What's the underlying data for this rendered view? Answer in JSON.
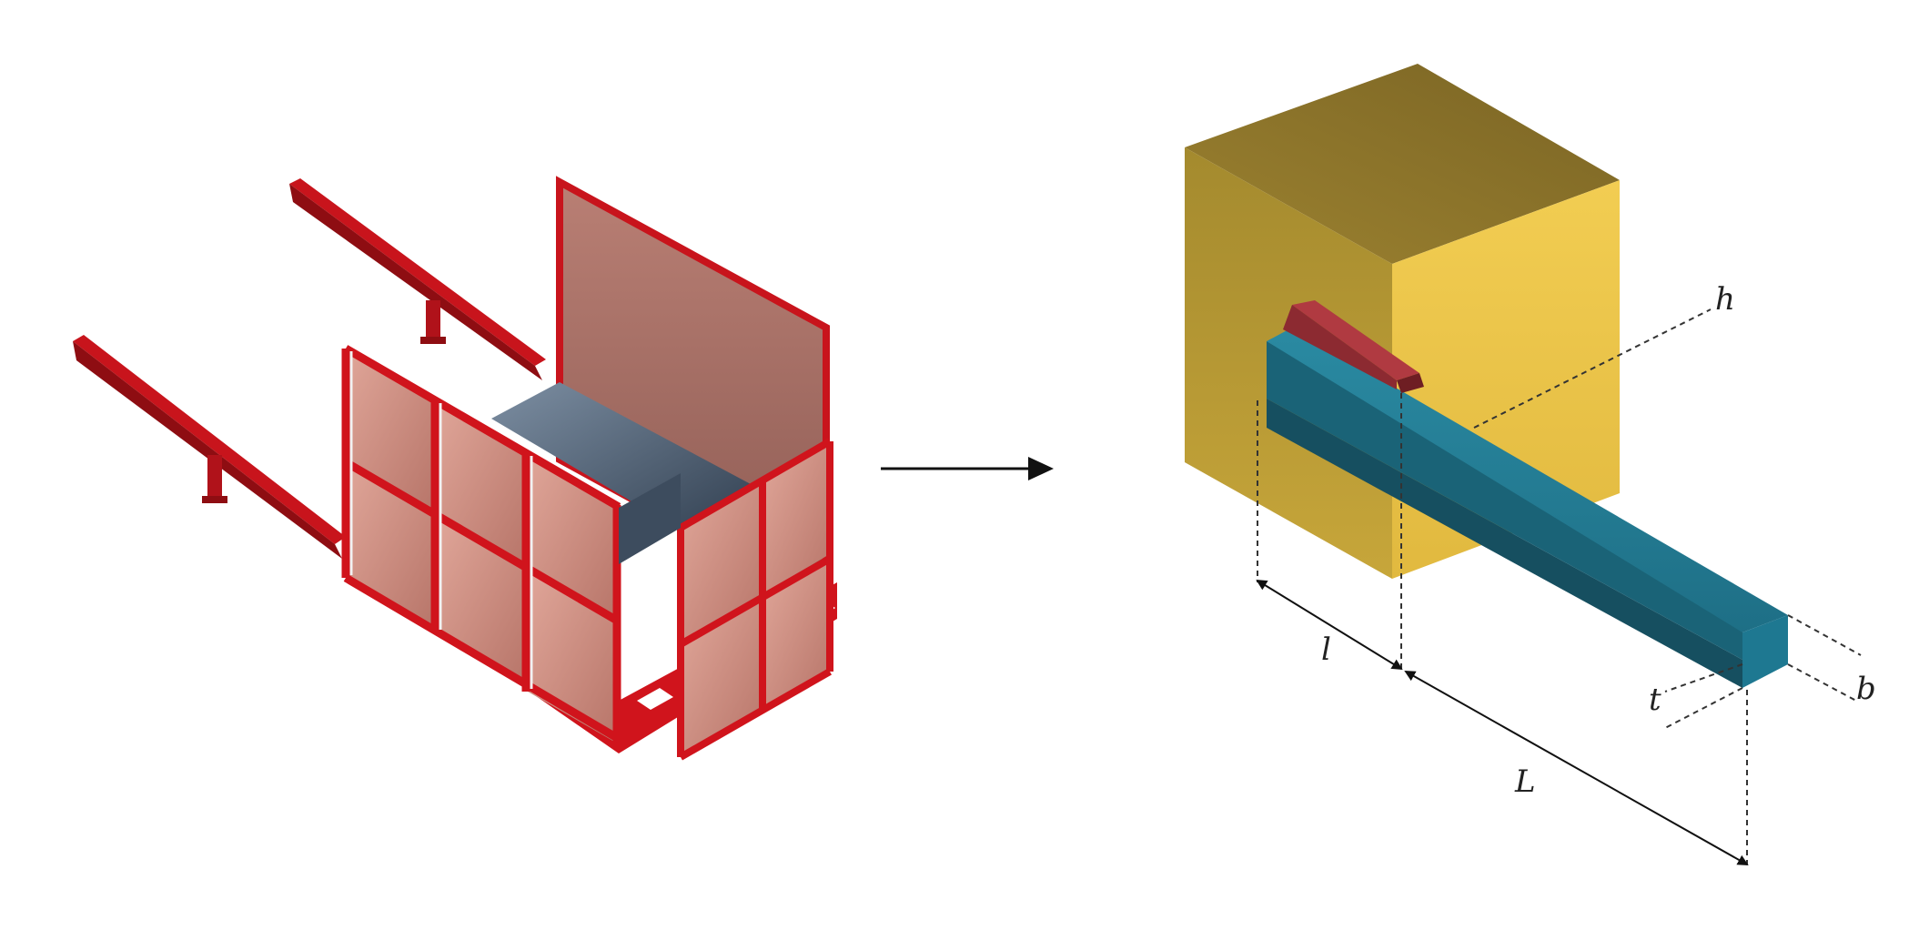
{
  "labels": {
    "h": "h",
    "l": "l",
    "L": "L",
    "t": "t",
    "b": "b"
  },
  "colors": {
    "frame_red": "#d0141c",
    "panel_brown": "#c9877b",
    "floor_slate": "#4f6175",
    "cube_gold": "#d4b13d",
    "beam_teal": "#1d6e84",
    "pad_red": "#a4363d"
  }
}
